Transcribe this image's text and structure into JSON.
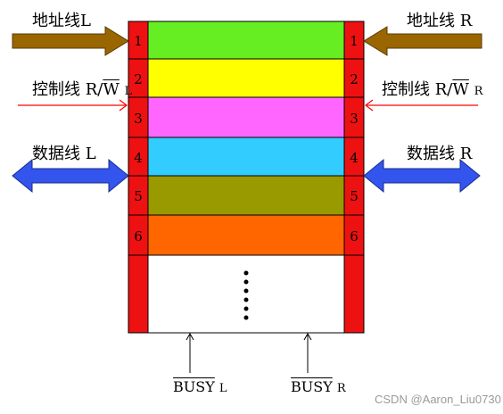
{
  "left": {
    "address": "地址线L",
    "control_prefix": "控制线",
    "control_r": "R/",
    "control_w": "W",
    "control_sub": "L",
    "data": "数据线 L"
  },
  "right": {
    "address": "地址线 R",
    "control_prefix": "控制线",
    "control_r": "R/",
    "control_w": "W",
    "control_sub": "R",
    "data": "数据线 R"
  },
  "rows": [
    {
      "num": "1",
      "color": "#66ee22"
    },
    {
      "num": "2",
      "color": "#ffff00"
    },
    {
      "num": "3",
      "color": "#ff66ff"
    },
    {
      "num": "4",
      "color": "#33ccff"
    },
    {
      "num": "5",
      "color": "#999900"
    },
    {
      "num": "6",
      "color": "#ff6600"
    }
  ],
  "colors": {
    "side_column": "#ee1111",
    "address_arrow": "#996600",
    "control_arrow": "#ff0000",
    "data_arrow": "#3355ee"
  },
  "busy": {
    "left_main": "BUSY",
    "left_sub": "L",
    "right_main": "BUSY",
    "right_sub": "R"
  },
  "watermark": "CSDN @Aaron_Liu0730"
}
